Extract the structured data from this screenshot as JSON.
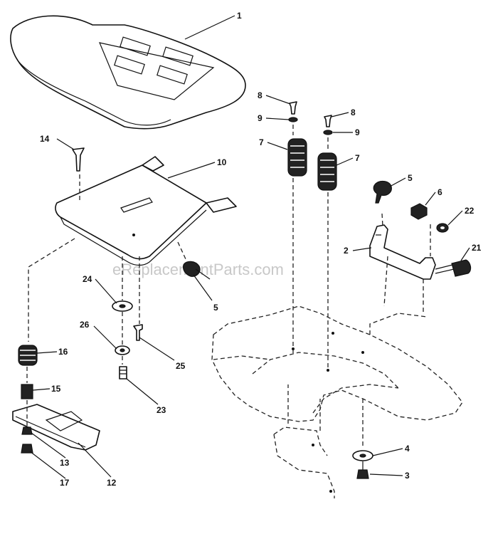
{
  "watermark": "eReplacementParts.com",
  "callouts": [
    {
      "id": "c1",
      "text": "1"
    },
    {
      "id": "c14",
      "text": "14"
    },
    {
      "id": "c10",
      "text": "10"
    },
    {
      "id": "c8a",
      "text": "8"
    },
    {
      "id": "c9a",
      "text": "9"
    },
    {
      "id": "c7a",
      "text": "7"
    },
    {
      "id": "c8b",
      "text": "8"
    },
    {
      "id": "c9b",
      "text": "9"
    },
    {
      "id": "c7b",
      "text": "7"
    },
    {
      "id": "c5a",
      "text": "5"
    },
    {
      "id": "c6",
      "text": "6"
    },
    {
      "id": "c22",
      "text": "22"
    },
    {
      "id": "c2",
      "text": "2"
    },
    {
      "id": "c21",
      "text": "21"
    },
    {
      "id": "c24",
      "text": "24"
    },
    {
      "id": "c5b",
      "text": "5"
    },
    {
      "id": "c26",
      "text": "26"
    },
    {
      "id": "c25",
      "text": "25"
    },
    {
      "id": "c16",
      "text": "16"
    },
    {
      "id": "c15",
      "text": "15"
    },
    {
      "id": "c23",
      "text": "23"
    },
    {
      "id": "c13",
      "text": "13"
    },
    {
      "id": "c17",
      "text": "17"
    },
    {
      "id": "c12",
      "text": "12"
    },
    {
      "id": "c4",
      "text": "4"
    },
    {
      "id": "c3",
      "text": "3"
    }
  ]
}
